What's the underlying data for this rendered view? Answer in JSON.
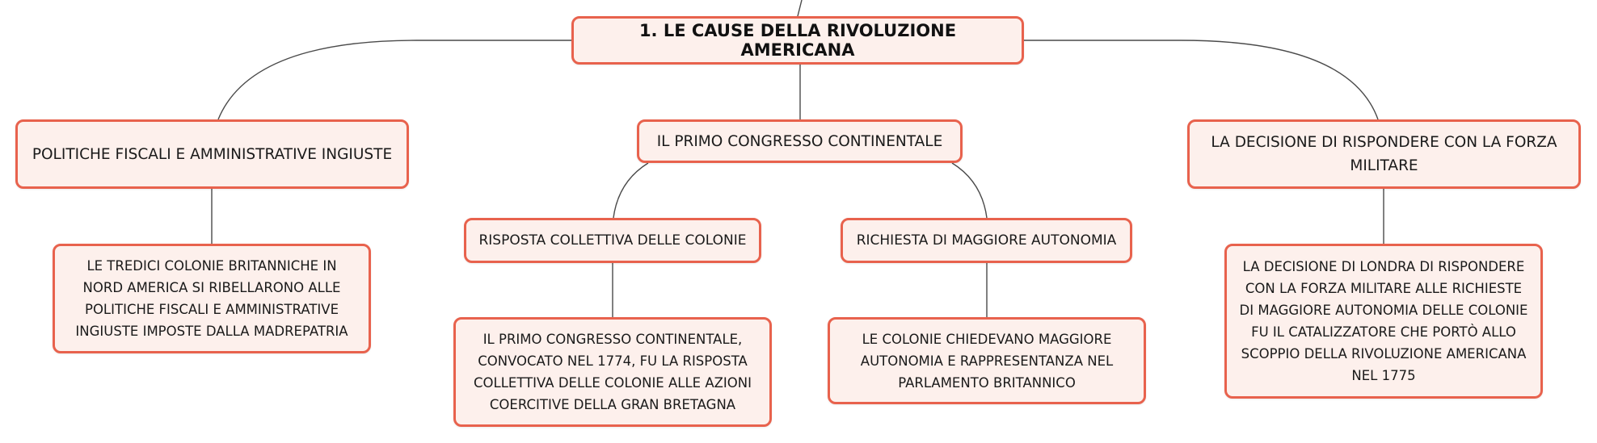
{
  "diagram": {
    "root": {
      "label": "1. LE CAUSE DELLA RIVOLUZIONE AMERICANA"
    },
    "branches": [
      {
        "label": "POLITICHE FISCALI E AMMINISTRATIVE INGIUSTE",
        "children": [
          {
            "label": "LE TREDICI COLONIE BRITANNICHE IN NORD AMERICA SI RIBELLARONO ALLE POLITICHE FISCALI E AMMINISTRATIVE INGIUSTE IMPOSTE DALLA MADREPATRIA"
          }
        ]
      },
      {
        "label": "IL PRIMO CONGRESSO CONTINENTALE",
        "children": [
          {
            "label": "RISPOSTA COLLETTIVA DELLE COLONIE",
            "children": [
              {
                "label": "IL PRIMO CONGRESSO CONTINENTALE, CONVOCATO NEL 1774, FU LA RISPOSTA COLLETTIVA DELLE COLONIE ALLE AZIONI COERCITIVE DELLA GRAN BRETAGNA"
              }
            ]
          },
          {
            "label": "RICHIESTA DI MAGGIORE AUTONOMIA",
            "children": [
              {
                "label": "LE COLONIE CHIEDEVANO MAGGIORE AUTONOMIA E RAPPRESENTANZA NEL PARLAMENTO BRITANNICO"
              }
            ]
          }
        ]
      },
      {
        "label": "LA DECISIONE DI RISPONDERE CON LA FORZA MILITARE",
        "children": [
          {
            "label": "LA DECISIONE DI LONDRA DI RISPONDERE CON LA FORZA MILITARE ALLE RICHIESTE DI MAGGIORE AUTONOMIA DELLE COLONIE FU IL CATALIZZATORE CHE PORTÒ ALLO SCOPPIO DELLA RIVOLUZIONE AMERICANA NEL 1775"
          }
        ]
      }
    ]
  },
  "colors": {
    "node_border": "#e8624d",
    "node_fill": "#fdf0ec",
    "connector": "#4a4a4a"
  }
}
